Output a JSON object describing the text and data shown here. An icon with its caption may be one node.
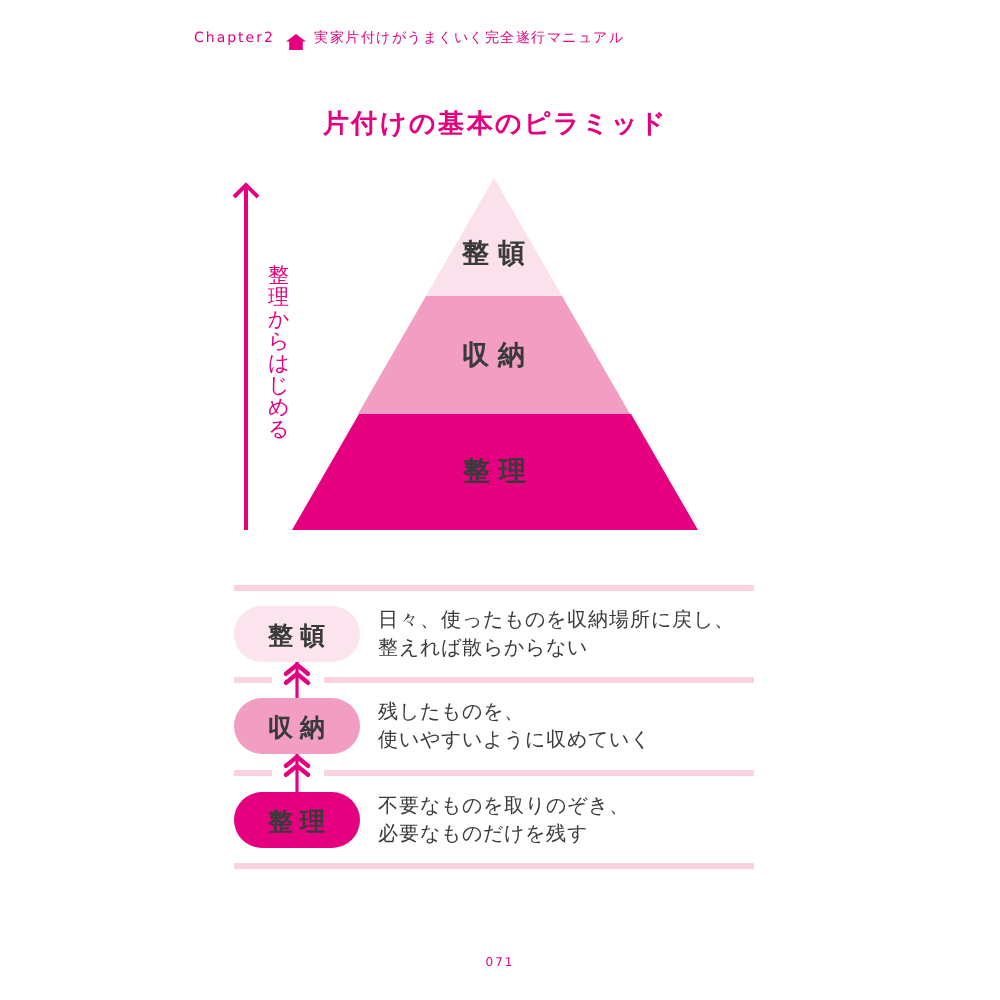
{
  "diagram": {
    "title": "片付けの基本のピラミッド",
    "nodes": [
      {
        "text": [
          "整頓"
        ]
      },
      {
        "text": [
          "収納"
        ]
      },
      {
        "text": [
          "整理"
        ]
      },
      {
        "text": [
          "整頓"
        ],
        "beside": [
          "日々、使ったものを収納場所に戻し、整えれば散らからない"
        ]
      },
      {
        "text": [
          "収納"
        ],
        "beside": [
          "残したものを、使いやすいように収めていく"
        ]
      },
      {
        "text": [
          "整理"
        ],
        "beside": [
          "不要なものを取りのぞき、必要なものだけを残す"
        ]
      }
    ],
    "edges": [
      {
        "from": 4,
        "to": 3,
        "arrow": "to"
      },
      {
        "from": 5,
        "to": 4,
        "arrow": "to"
      }
    ],
    "labels": [
      "Chapter2",
      "実家片付けがうまくいく完全遂行マニュアル",
      "整理からはじめる",
      "071"
    ]
  }
}
